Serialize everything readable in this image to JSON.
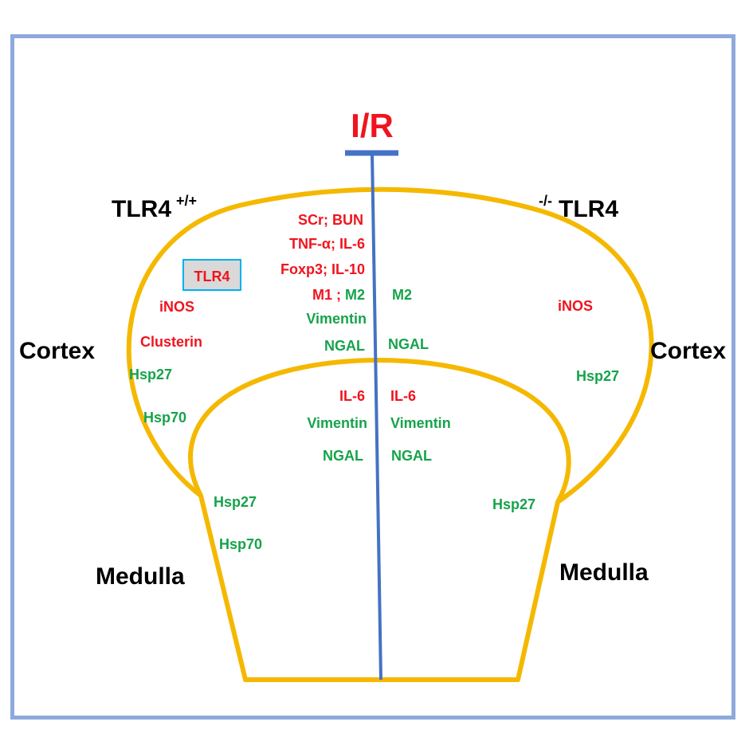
{
  "title": "I/R",
  "left": {
    "genotype": "TLR4",
    "genotype_sup": "+/+",
    "cortex": "Cortex",
    "medulla": "Medulla",
    "boxed_marker": "TLR4",
    "cortex_red": [
      "iNOS",
      "Clusterin"
    ],
    "cortex_green": [
      "Hsp27",
      "Hsp70"
    ],
    "medulla_green": [
      "Hsp27",
      "Hsp70"
    ]
  },
  "right": {
    "genotype": "TLR4",
    "genotype_sup": "-/-",
    "cortex": "Cortex",
    "medulla": "Medulla",
    "cortex_red": [
      "iNOS"
    ],
    "cortex_green": [
      "Hsp27"
    ],
    "medulla_green": [
      "Hsp27"
    ]
  },
  "center_left": {
    "red_lines": [
      "SCr; BUN",
      "TNF-α; IL-6",
      "Foxp3; IL-10"
    ],
    "m1": "M1",
    "sep": ";",
    "m2": "M2",
    "cortex_green": [
      "Vimentin",
      "NGAL"
    ],
    "medulla_red": [
      "IL-6"
    ],
    "medulla_green": [
      "Vimentin",
      "NGAL"
    ]
  },
  "center_right": {
    "cortex_green": [
      "M2",
      "NGAL"
    ],
    "medulla_red": [
      "IL-6"
    ],
    "medulla_green": [
      "Vimentin",
      "NGAL"
    ]
  },
  "colors": {
    "frame": "#8ea9dc",
    "organ_outline": "#f5b800",
    "divider": "#4472c4",
    "upregulated_red": "#f0141e",
    "marker_green": "#16a34a",
    "box_fill": "#d9d9d9",
    "box_border": "#00b0f0"
  }
}
